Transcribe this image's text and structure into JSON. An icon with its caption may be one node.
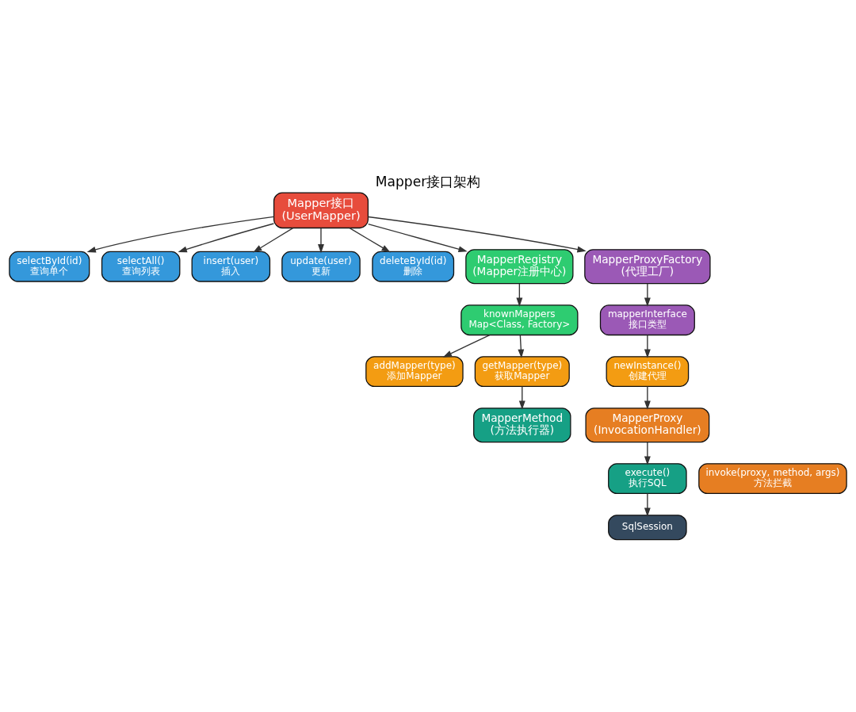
{
  "diagram": {
    "title": "Mapper接口架构",
    "nodes": [
      {
        "text": [
          "Mapper接口 (UserMapper)"
        ]
      },
      {
        "text": [
          "selectById(id) 查询单个"
        ]
      },
      {
        "text": [
          "selectAll() 查询列表"
        ]
      },
      {
        "text": [
          "insert(user) 插入"
        ]
      },
      {
        "text": [
          "update(user) 更新"
        ]
      },
      {
        "text": [
          "deleteById(id) 删除"
        ]
      },
      {
        "text": [
          "MapperRegistry (Mapper注册中心)"
        ]
      },
      {
        "text": [
          "MapperProxyFactory (代理工厂)"
        ]
      },
      {
        "text": [
          "knownMappers Map<Class, Factory>"
        ]
      },
      {
        "text": [
          "mapperInterface 接口类型"
        ]
      },
      {
        "text": [
          "addMapper(type) 添加Mapper"
        ]
      },
      {
        "text": [
          "getMapper(type) 获取Mapper"
        ]
      },
      {
        "text": [
          "newInstance() 创建代理"
        ]
      },
      {
        "text": [
          "MapperMethod (方法执行器)"
        ]
      },
      {
        "text": [
          "MapperProxy (InvocationHandler)"
        ]
      },
      {
        "text": [
          "execute() 执行SQL"
        ]
      },
      {
        "text": [
          "invoke(proxy, method, args) 方法拦截"
        ]
      },
      {
        "text": [
          "SqlSession"
        ]
      }
    ],
    "edges": [
      {
        "from": 0,
        "to": 1,
        "arrow": "to"
      },
      {
        "from": 0,
        "to": 2,
        "arrow": "to"
      },
      {
        "from": 0,
        "to": 3,
        "arrow": "to"
      },
      {
        "from": 0,
        "to": 4,
        "arrow": "to"
      },
      {
        "from": 0,
        "to": 5,
        "arrow": "to"
      },
      {
        "from": 0,
        "to": 6,
        "arrow": "to"
      },
      {
        "from": 0,
        "to": 7,
        "arrow": "to"
      },
      {
        "from": 6,
        "to": 8,
        "arrow": "to"
      },
      {
        "from": 7,
        "to": 9,
        "arrow": "to"
      },
      {
        "from": 8,
        "to": 10,
        "arrow": "to"
      },
      {
        "from": 8,
        "to": 11,
        "arrow": "to"
      },
      {
        "from": 9,
        "to": 12,
        "arrow": "to"
      },
      {
        "from": 11,
        "to": 13,
        "arrow": "to"
      },
      {
        "from": 12,
        "to": 14,
        "arrow": "to"
      },
      {
        "from": 14,
        "to": 15,
        "arrow": "to"
      },
      {
        "from": 15,
        "to": 17,
        "arrow": "to"
      }
    ]
  }
}
